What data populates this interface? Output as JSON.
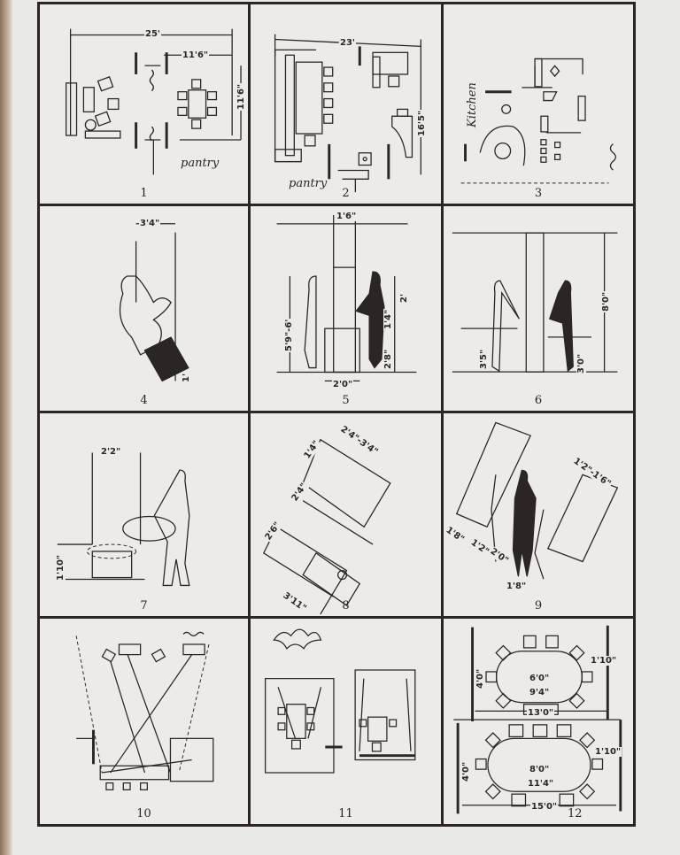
{
  "panels": [
    {
      "number": "1",
      "labels": {
        "width": "25'",
        "sub_width": "11'6\"",
        "depth": "11'6\"",
        "room": "pantry"
      }
    },
    {
      "number": "2",
      "labels": {
        "width": "23'",
        "depth": "16'5\"",
        "room": "pantry"
      }
    },
    {
      "number": "3",
      "labels": {
        "room": "Kitchen"
      }
    },
    {
      "number": "4",
      "labels": {
        "width": "3'4\"",
        "height": "1'"
      }
    },
    {
      "number": "5",
      "labels": {
        "top": "1'6\"",
        "reach": "5'9\"-6'",
        "upper": "2'",
        "mid": "1'4\"",
        "counter": "2'8\"",
        "base": "2'0\""
      }
    },
    {
      "number": "6",
      "labels": {
        "left": "3'5\"",
        "total": "8'0\"",
        "right": "3'0\""
      }
    },
    {
      "number": "7",
      "labels": {
        "width": "2'2\"",
        "height": "1'10\""
      }
    },
    {
      "number": "8",
      "labels": {
        "a": "1'4\"",
        "b": "2'4\"-3'4\"",
        "c": "2'4\"",
        "d": "2'6\"",
        "e": "3'11\""
      }
    },
    {
      "number": "9",
      "labels": {
        "a": "1'2\"-1'6\"",
        "b": "1'8\"",
        "c": "1'2\"",
        "d": "2'0\"",
        "e": "1'8\""
      }
    },
    {
      "number": "10",
      "labels": {}
    },
    {
      "number": "11",
      "labels": {}
    },
    {
      "number": "12",
      "labels": {
        "t1_len": "6'0\"",
        "t1_total": "9'4\"",
        "t1_room": "13'0\"",
        "t1_width": "4'0\"",
        "t1_gap": "1'10\"",
        "t2_len": "8'0\"",
        "t2_total": "11'4\"",
        "t2_room": "15'0\"",
        "t2_width": "4'0\"",
        "t2_gap": "1'10\""
      }
    }
  ],
  "colors": {
    "ink": "#2b2624",
    "paper": "#ecebe8",
    "background": "#e9e9e6"
  }
}
